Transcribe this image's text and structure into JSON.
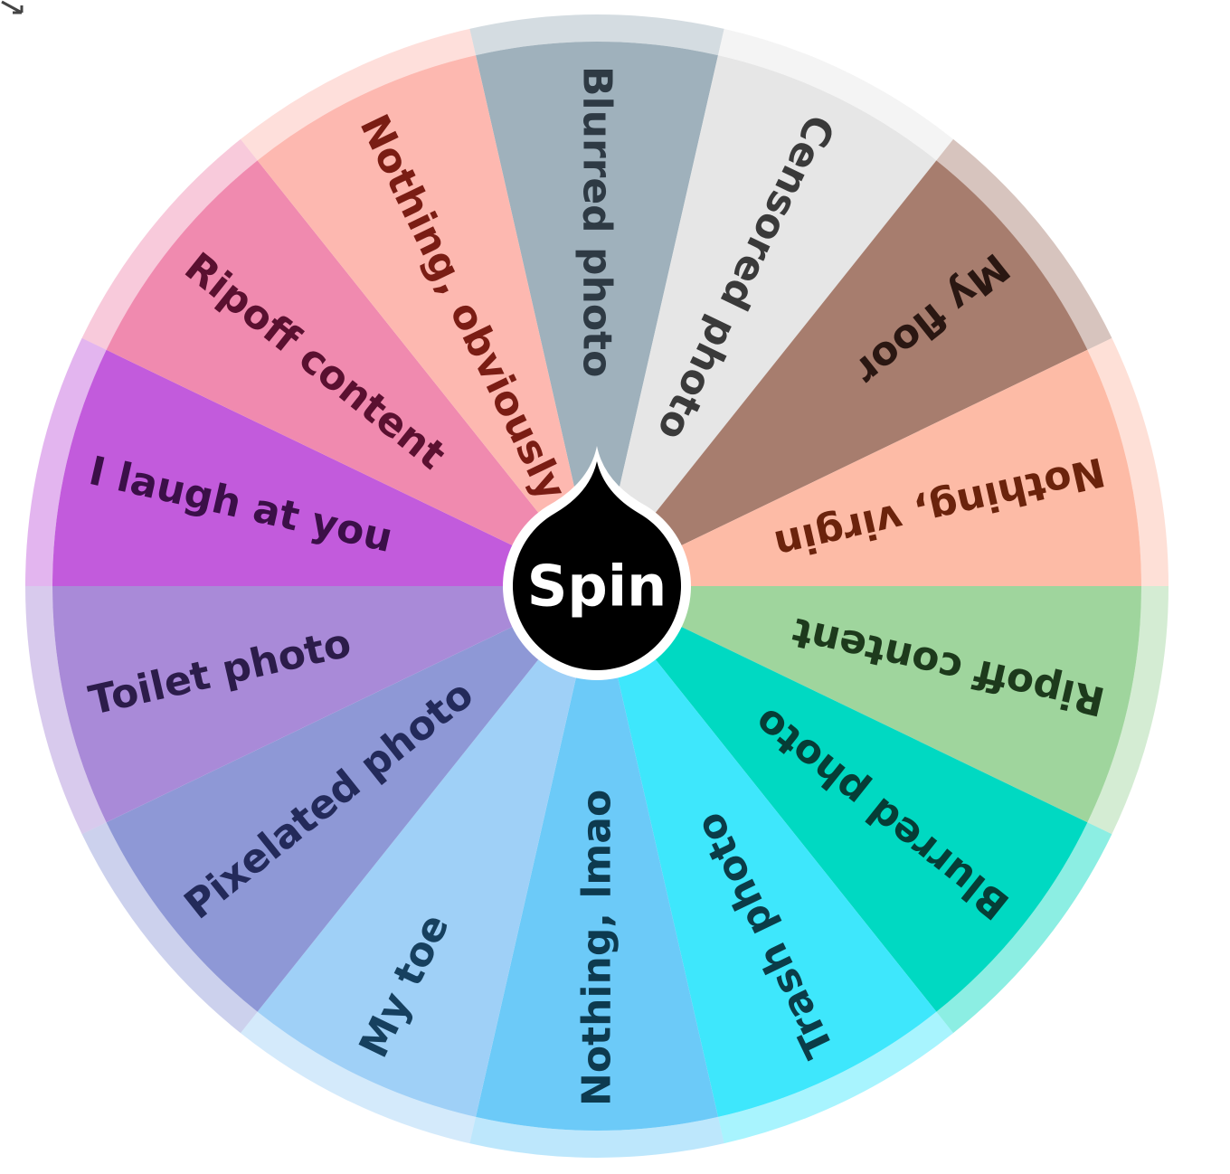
{
  "wheel": {
    "spin_label": "Spin",
    "segments": [
      {
        "label": "Blurred photo",
        "color": "#9fb1bc",
        "text_color": "#2e3a44"
      },
      {
        "label": "Censored photo",
        "color": "#e6e6e6",
        "text_color": "#3a3a3a"
      },
      {
        "label": "My floor",
        "color": "#a77d6e",
        "text_color": "#2a1712"
      },
      {
        "label": "Nothing, virgin",
        "color": "#fdbba6",
        "text_color": "#6b230c"
      },
      {
        "label": "Ripoff content",
        "color": "#9fd59d",
        "text_color": "#1d3a1c"
      },
      {
        "label": "Blurred photo",
        "color": "#00d9c2",
        "text_color": "#063d36"
      },
      {
        "label": "Trash photo",
        "color": "#3ee7fc",
        "text_color": "#0b3c48"
      },
      {
        "label": "Nothing, lmao",
        "color": "#6ccaf8",
        "text_color": "#0d3a4f"
      },
      {
        "label": "My toe",
        "color": "#9fd0f7",
        "text_color": "#16405f"
      },
      {
        "label": "Pixelated photo",
        "color": "#8e98d6",
        "text_color": "#232a5a"
      },
      {
        "label": "Toilet photo",
        "color": "#a98ad8",
        "text_color": "#2c1c4a"
      },
      {
        "label": "I laugh at you",
        "color": "#c25bdc",
        "text_color": "#3b0f48"
      },
      {
        "label": "Ripoff content",
        "color": "#f08aaf",
        "text_color": "#5a1030"
      },
      {
        "label": "Nothing, obviously",
        "color": "#fdb8b0",
        "text_color": "#7a1d14"
      }
    ]
  }
}
